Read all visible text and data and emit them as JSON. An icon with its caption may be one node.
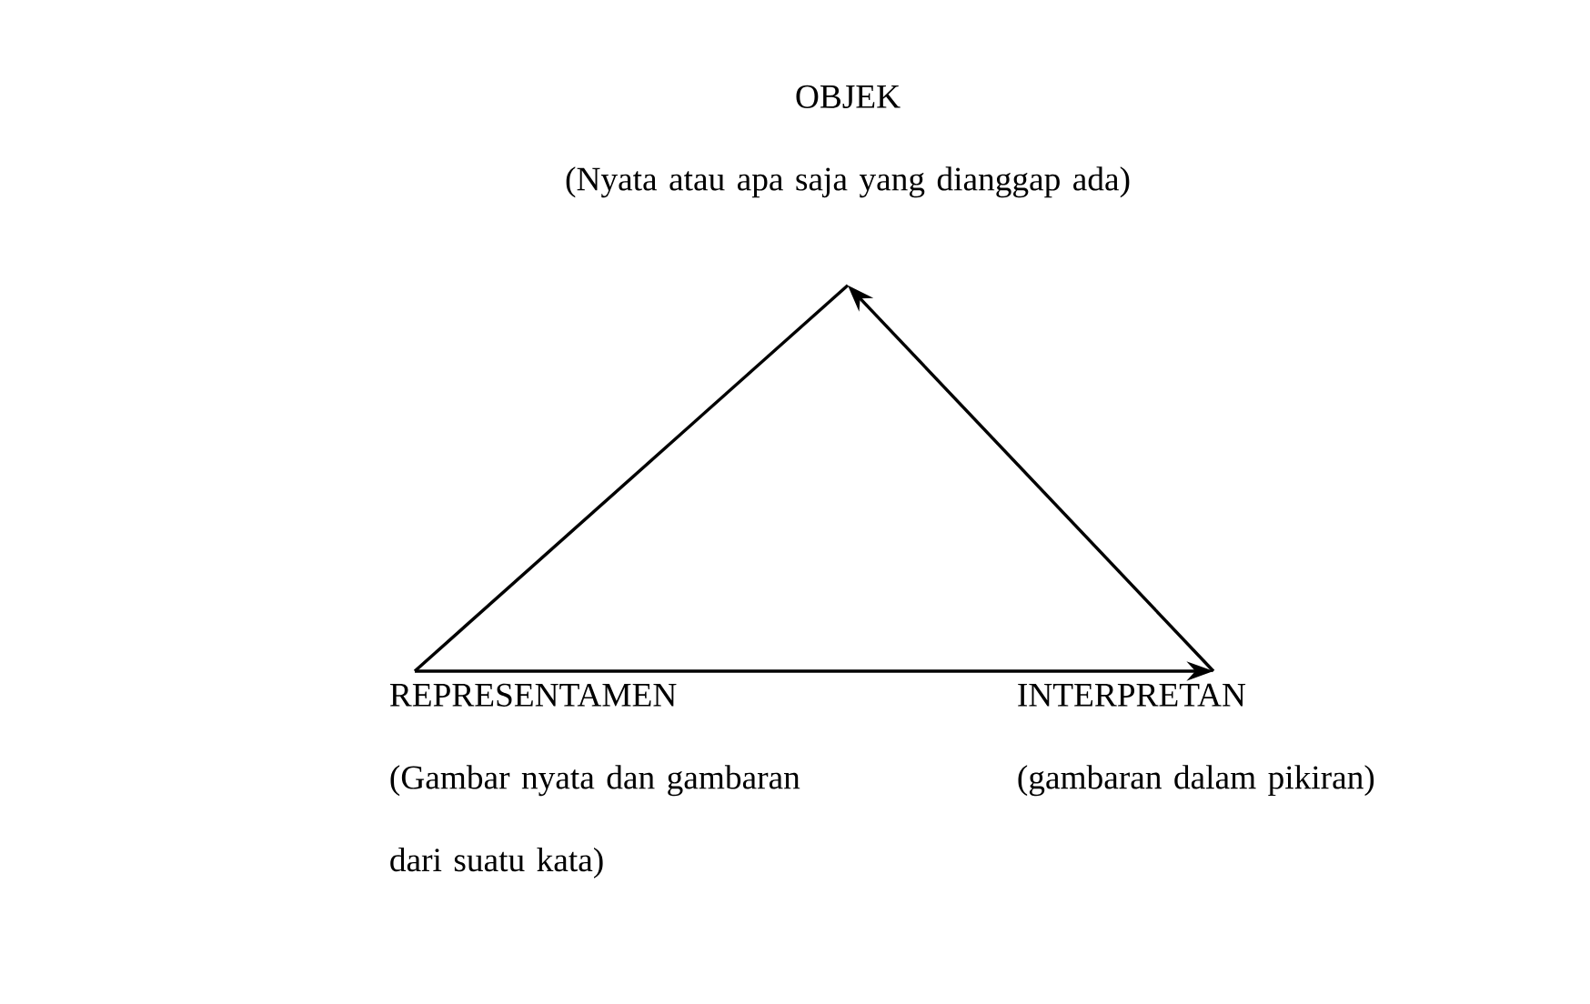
{
  "diagram": {
    "nodes": [
      {
        "text": [
          "OBJEK",
          "(Nyata atau apa saja yang dianggap ada)"
        ]
      },
      {
        "text": [
          "REPRESENTAMEN",
          "(Gambar nyata dan gambaran dari suatu kata)"
        ]
      },
      {
        "text": [
          "INTERPRETAN",
          "(gambaran dalam pikiran)"
        ]
      }
    ],
    "edges": [
      {
        "from": 1,
        "to": 0,
        "arrow": "none"
      },
      {
        "from": 1,
        "to": 2,
        "arrow": "to"
      },
      {
        "from": 2,
        "to": 0,
        "arrow": "to"
      }
    ]
  }
}
